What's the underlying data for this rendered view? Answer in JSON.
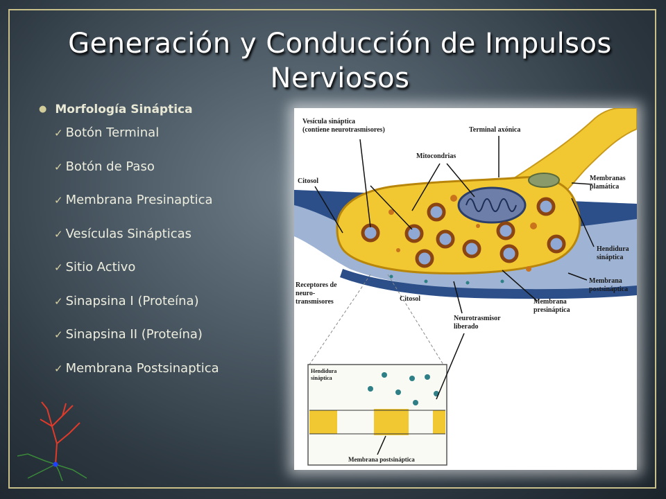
{
  "slide": {
    "title_line1": "Generación y Conducción de Impulsos",
    "title_line2": "Nerviosos"
  },
  "bullets": {
    "main": "Morfología Sináptica",
    "items": [
      "Botón Terminal",
      "Botón de Paso",
      "Membrana Presinaptica",
      "Vesículas Sinápticas",
      "Sitio Activo",
      "Sinapsina I (Proteína)",
      "Sinapsina II  (Proteína)",
      "Membrana Postsinaptica"
    ]
  },
  "diagram": {
    "labels": {
      "vesicle_1": "Vesícula sináptica",
      "vesicle_2": "(contiene neurotrasmisores)",
      "axon_terminal": "Terminal axónica",
      "mitochondria": "Mitocondrias",
      "cytosol_top": "Citosol",
      "membranes_1": "Membranas",
      "membranes_2": "plamática",
      "cleft_1": "Hendidura",
      "cleft_2": "sináptica",
      "postsyn_1": "Membrana",
      "postsyn_2": "postsináptica",
      "presyn_1": "Membrana",
      "presyn_2": "presináptica",
      "receptors_1": "Receptores de",
      "receptors_2": "neuro-",
      "receptors_3": "transmisores",
      "cytosol_bottom": "Citosol",
      "released_1": "Neurotrasmisor",
      "released_2": "liberado",
      "inset_cleft_1": "Hendidura",
      "inset_cleft_2": "sináptica",
      "inset_postsyn": "Membrana postsináptica"
    }
  },
  "colors": {
    "title": "#ffffff",
    "frame": "#c9c08a",
    "terminal": "#f2c832",
    "membrane_blue": "#2c4f8a"
  },
  "icons": {
    "bullet": "bullet-dot",
    "check": "check-mark",
    "decoration": "neuron-illustration"
  }
}
